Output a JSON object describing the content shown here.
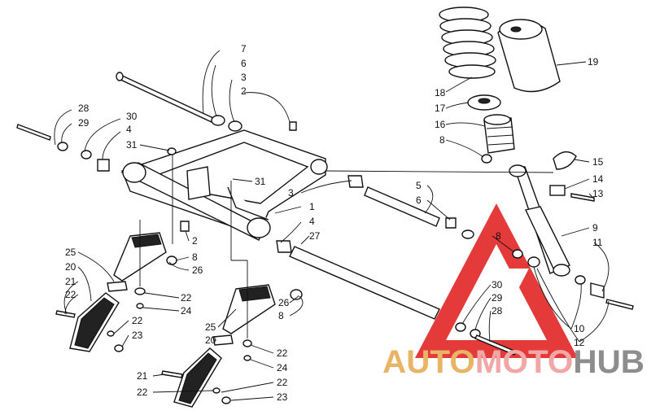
{
  "watermark": {
    "word_part1": "AUTO",
    "word_part2": "MOTO",
    "word_part3": "HUB",
    "colors": {
      "part1": "#e8b567",
      "part2": "#f2a7a7",
      "part3": "#8d8d8d",
      "logo": "#e01818"
    }
  },
  "labels": [
    {
      "id": "l7",
      "text": "7"
    },
    {
      "id": "l6a",
      "text": "6"
    },
    {
      "id": "l3a",
      "text": "3"
    },
    {
      "id": "l2a",
      "text": "2"
    },
    {
      "id": "l28a",
      "text": "28"
    },
    {
      "id": "l29a",
      "text": "29"
    },
    {
      "id": "l30a",
      "text": "30"
    },
    {
      "id": "l4a",
      "text": "4"
    },
    {
      "id": "l31a",
      "text": "31"
    },
    {
      "id": "l31b",
      "text": "31"
    },
    {
      "id": "l3b",
      "text": "3"
    },
    {
      "id": "l1",
      "text": "1"
    },
    {
      "id": "l4b",
      "text": "4"
    },
    {
      "id": "l27",
      "text": "27"
    },
    {
      "id": "l5",
      "text": "5"
    },
    {
      "id": "l6b",
      "text": "6"
    },
    {
      "id": "l18",
      "text": "18"
    },
    {
      "id": "l17",
      "text": "17"
    },
    {
      "id": "l16",
      "text": "16"
    },
    {
      "id": "l8a",
      "text": "8"
    },
    {
      "id": "l19",
      "text": "19"
    },
    {
      "id": "l15",
      "text": "15"
    },
    {
      "id": "l14",
      "text": "14"
    },
    {
      "id": "l13",
      "text": "13"
    },
    {
      "id": "l9",
      "text": "9"
    },
    {
      "id": "l11",
      "text": "11"
    },
    {
      "id": "l8b",
      "text": "8"
    },
    {
      "id": "l30b",
      "text": "30"
    },
    {
      "id": "l29b",
      "text": "29"
    },
    {
      "id": "l28b",
      "text": "28"
    },
    {
      "id": "l10",
      "text": "10"
    },
    {
      "id": "l12",
      "text": "12"
    },
    {
      "id": "l2b",
      "text": "2"
    },
    {
      "id": "l8c",
      "text": "8"
    },
    {
      "id": "l26a",
      "text": "26"
    },
    {
      "id": "l25a",
      "text": "25"
    },
    {
      "id": "l20a",
      "text": "20"
    },
    {
      "id": "l21a",
      "text": "21"
    },
    {
      "id": "l22a",
      "text": "22"
    },
    {
      "id": "l22b",
      "text": "22"
    },
    {
      "id": "l24a",
      "text": "24"
    },
    {
      "id": "l22c",
      "text": "22"
    },
    {
      "id": "l23a",
      "text": "23"
    },
    {
      "id": "l26b",
      "text": "26"
    },
    {
      "id": "l8d",
      "text": "8"
    },
    {
      "id": "l25b",
      "text": "25"
    },
    {
      "id": "l20b",
      "text": "20"
    },
    {
      "id": "l22d",
      "text": "22"
    },
    {
      "id": "l24b",
      "text": "24"
    },
    {
      "id": "l21b",
      "text": "21"
    },
    {
      "id": "l22e",
      "text": "22"
    },
    {
      "id": "l22f",
      "text": "22"
    },
    {
      "id": "l23b",
      "text": "23"
    }
  ]
}
